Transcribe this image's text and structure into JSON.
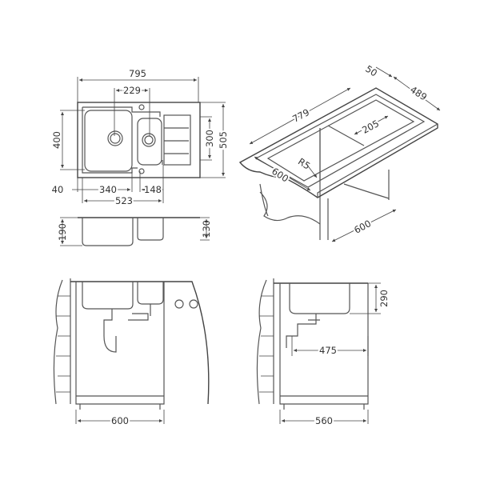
{
  "dimensions": {
    "top_width": "795",
    "drain_spacing": "229",
    "bowl_depth": "400",
    "small_bowl_depth": "300",
    "overall_depth": "505",
    "left_margin": "40",
    "big_bowl_width": "340",
    "small_bowl_width": "148",
    "bowls_total": "523",
    "big_bowl_height": "190",
    "small_bowl_height": "130",
    "iso_offset": "50",
    "iso_length": "779",
    "iso_depth": "489",
    "iso_drainer": "205",
    "iso_radius": "R5",
    "iso_counter_depth": "600",
    "iso_cabinet": "600",
    "front_cabinet_width": "600",
    "side_bowl_height": "290",
    "side_drain_offset": "475",
    "side_cabinet_depth": "560"
  },
  "colors": {
    "line": "#555555",
    "background": "#ffffff"
  }
}
